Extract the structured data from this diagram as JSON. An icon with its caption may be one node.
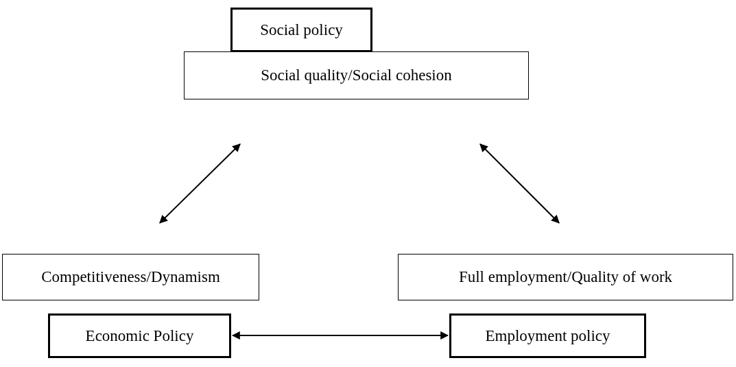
{
  "diagram": {
    "nodes": [
      {
        "text": [
          "Social policy"
        ]
      },
      {
        "text": [
          "Social quality/Social cohesion"
        ]
      },
      {
        "text": [
          "Competitiveness/Dynamism"
        ]
      },
      {
        "text": [
          "Full employment/Quality of work"
        ]
      },
      {
        "text": [
          "Economic Policy"
        ]
      },
      {
        "text": [
          "Employment policy"
        ]
      }
    ],
    "edges": [
      {
        "from": 1,
        "to": 2,
        "arrow": "both"
      },
      {
        "from": 1,
        "to": 3,
        "arrow": "both"
      },
      {
        "from": 4,
        "to": 5,
        "arrow": "both"
      }
    ]
  }
}
